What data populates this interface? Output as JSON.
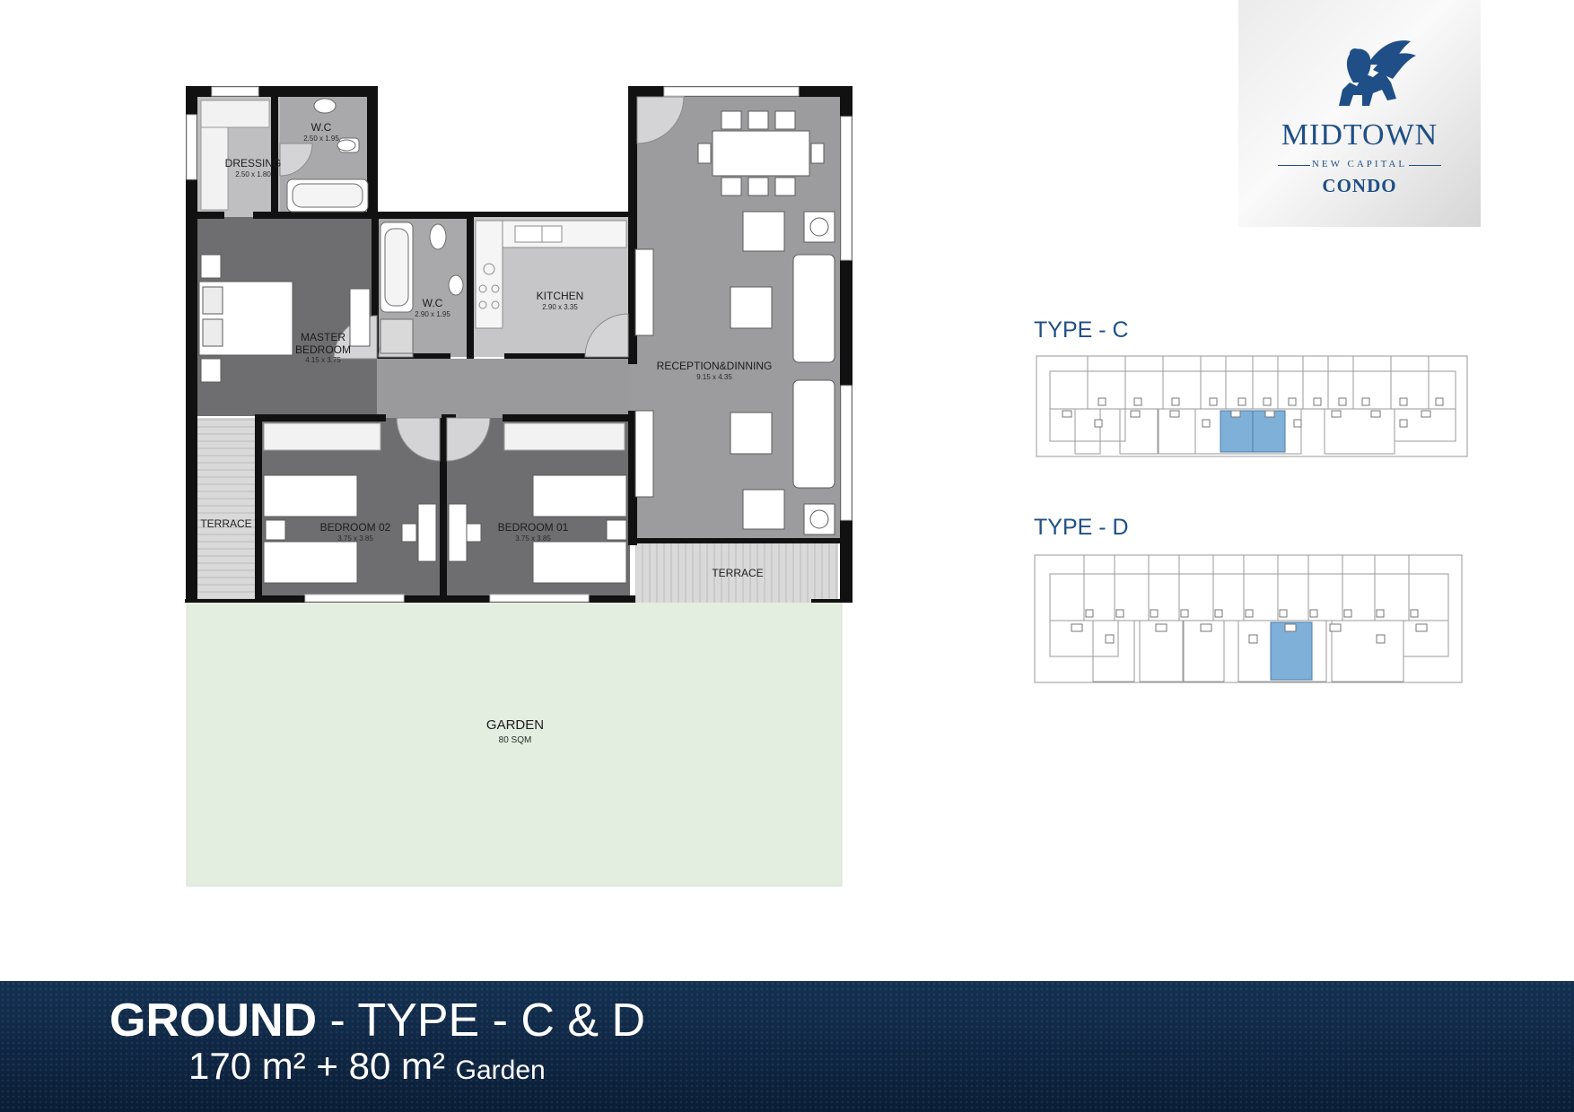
{
  "logo": {
    "word1": "MIDTOWN",
    "word2": "NEW CAPITAL",
    "word3": "CONDO",
    "emblem_icon": "winged-lion-icon"
  },
  "rooms": {
    "wc1": {
      "name": "W.C",
      "dim": "2.50 x 1.95"
    },
    "dressing": {
      "name": "DRESSING",
      "dim": "2.50 x 1.80"
    },
    "wc2": {
      "name": "W.C",
      "dim": "2.90 x 1.95"
    },
    "kitchen": {
      "name": "KITCHEN",
      "dim": "2.90 x 3.35"
    },
    "master": {
      "name1": "MASTER",
      "name2": "BEDROOM",
      "dim": "4.15 x 3.75"
    },
    "reception": {
      "name": "RECEPTION&DINNING",
      "dim": "9.15 x 4.35"
    },
    "bedroom02": {
      "name": "BEDROOM 02",
      "dim": "3.75 x 3.85"
    },
    "bedroom01": {
      "name": "BEDROOM 01",
      "dim": "3.75 x 3.85"
    },
    "terrace_left": {
      "name": "TERRACE"
    },
    "terrace_right": {
      "name": "TERRACE"
    },
    "garden": {
      "name": "GARDEN",
      "dim": "80 SQM"
    }
  },
  "key_plans": {
    "type_c": {
      "title": "TYPE - C"
    },
    "type_d": {
      "title": "TYPE - D"
    }
  },
  "footer": {
    "level": "GROUND",
    "type": " - TYPE - C & D",
    "area_main": "170 m² + 80 m²",
    "area_suffix": "Garden"
  },
  "colors": {
    "accent_blue": "#1f4f86",
    "highlight_unit": "#7fb0d8",
    "garden": "#e3eee1",
    "footer_bg": "#0d2440",
    "wall": "#111111",
    "room_dark": "#6e6e70",
    "room_mid": "#a0a0a2",
    "room_light": "#c4c4c6"
  }
}
